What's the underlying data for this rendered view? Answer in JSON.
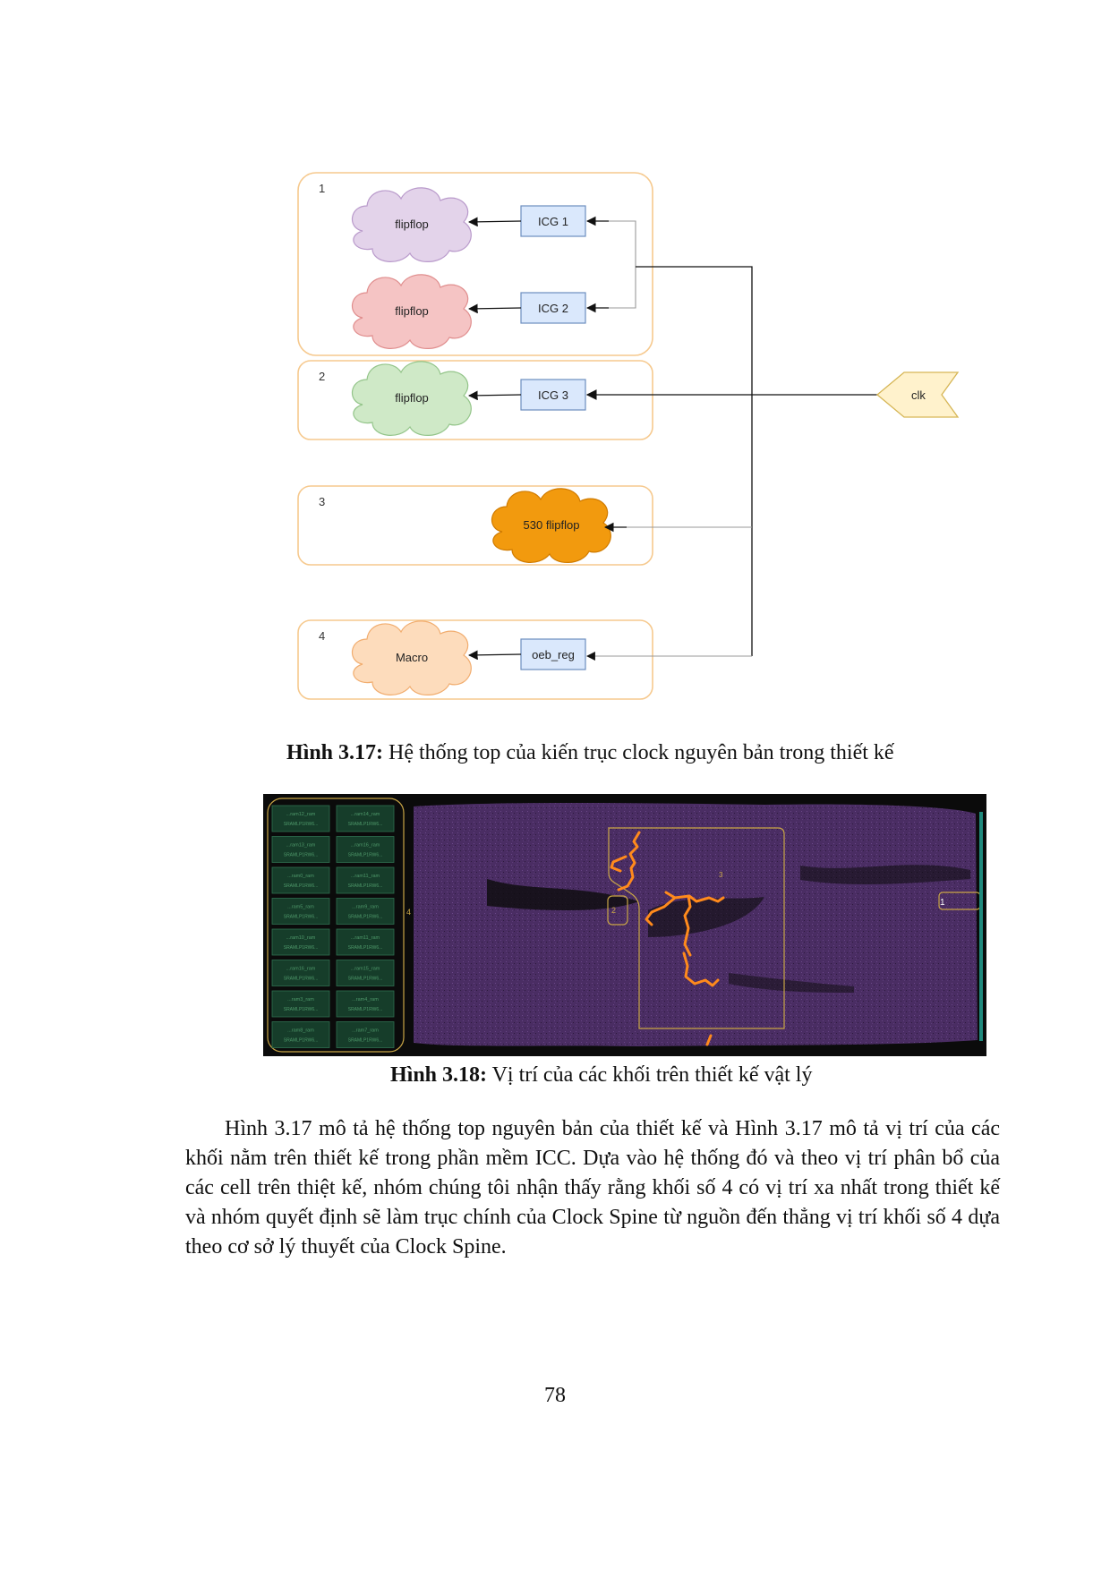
{
  "figure_3_17": {
    "groups": [
      {
        "number": "1",
        "elements": [
          {
            "cloud": "flipflop",
            "gate": "ICG 1",
            "cloud_color": "#e3d3ea"
          },
          {
            "cloud": "flipflop",
            "gate": "ICG 2",
            "cloud_color": "#f5c4c4"
          }
        ]
      },
      {
        "number": "2",
        "elements": [
          {
            "cloud": "flipflop",
            "gate": "ICG 3",
            "cloud_color": "#cfe9c7"
          }
        ]
      },
      {
        "number": "3",
        "elements": [
          {
            "cloud": "530 flipflop",
            "gate": "",
            "cloud_color": "#f29a0e"
          }
        ]
      },
      {
        "number": "4",
        "elements": [
          {
            "cloud": "Macro",
            "gate": "oeb_reg",
            "cloud_color": "#fddcbc"
          }
        ]
      }
    ],
    "clock_source": "clk",
    "colors": {
      "group_border": "#f6c98e",
      "gate_fill": "#dae8fc",
      "gate_border": "#6c8ebf",
      "clk_fill": "#fff2cc",
      "clk_border": "#d6b656"
    }
  },
  "caption_3_17": {
    "label": "Hình 3.17:",
    "text": " Hệ thống top của kiến trục clock nguyên bản trong thiết kế"
  },
  "figure_3_18": {
    "block_labels": [
      "1",
      "2",
      "3",
      "4"
    ],
    "colors": {
      "background": "#0b0b0b",
      "core": "#4a2d63",
      "clock_tree": "#ff8a1c",
      "region_outline": "#c9a646",
      "macro_fill": "#163d2a",
      "macro_text": "#4f9a6b"
    },
    "macro_names": [
      "...ram12_ram",
      "...ram14_ram",
      "...ram13_ram",
      "...ram16_ram",
      "...ram0_ram",
      "...ram11_ram",
      "...ram5_ram",
      "...ram9_ram",
      "...ram10_ram",
      "...ram11_ram",
      "...ram16_ram",
      "...ram15_ram",
      "...ram3_ram",
      "...ram4_ram",
      "...ram8_ram",
      "...ram7_ram"
    ],
    "macro_subtext": "SRAMLP1RW6..."
  },
  "caption_3_18": {
    "label": "Hình 3.18:",
    "text": " Vị trí của các khối trên thiết kế vật lý"
  },
  "paragraph": "Hình 3.17 mô tả hệ thống top nguyên bản của thiết kế và Hình 3.17 mô tả vị trí của các khối nằm trên thiết kế trong phần mềm ICC. Dựa vào hệ thống đó và theo vị trí phân bổ của các cell trên thiệt kế, nhóm chúng tôi nhận thấy rằng khối số 4 có  vị trí xa nhất trong thiết kế và nhóm quyết định sẽ làm trục chính của Clock Spine từ nguồn đến thẳng vị trí khối số 4 dựa theo cơ sở lý thuyết của Clock Spine.",
  "page_number": "78"
}
